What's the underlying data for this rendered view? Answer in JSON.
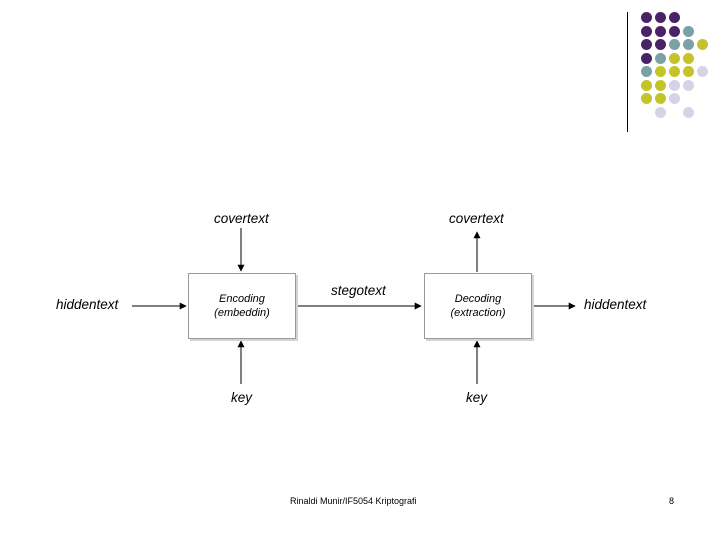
{
  "diagram": {
    "encoder": {
      "line1": "Encoding",
      "line2": "(embeddin)"
    },
    "decoder": {
      "line1": "Decoding",
      "line2": "(extraction)"
    },
    "labels": {
      "input_hidden": "hiddentext",
      "output_hidden": "hiddentext",
      "cover_in": "covertext",
      "cover_out": "covertext",
      "stego": "stegotext",
      "key_in": "key",
      "key_out": "key"
    }
  },
  "footer": {
    "credit": "Rinaldi Munir/IF5054 Kriptografi",
    "page_number": "8"
  },
  "decor": {
    "colors": {
      "purple": "#4a2366",
      "teal": "#7aa1a6",
      "olive": "#c4c42a",
      "lavender": "#d4d4e6"
    }
  }
}
